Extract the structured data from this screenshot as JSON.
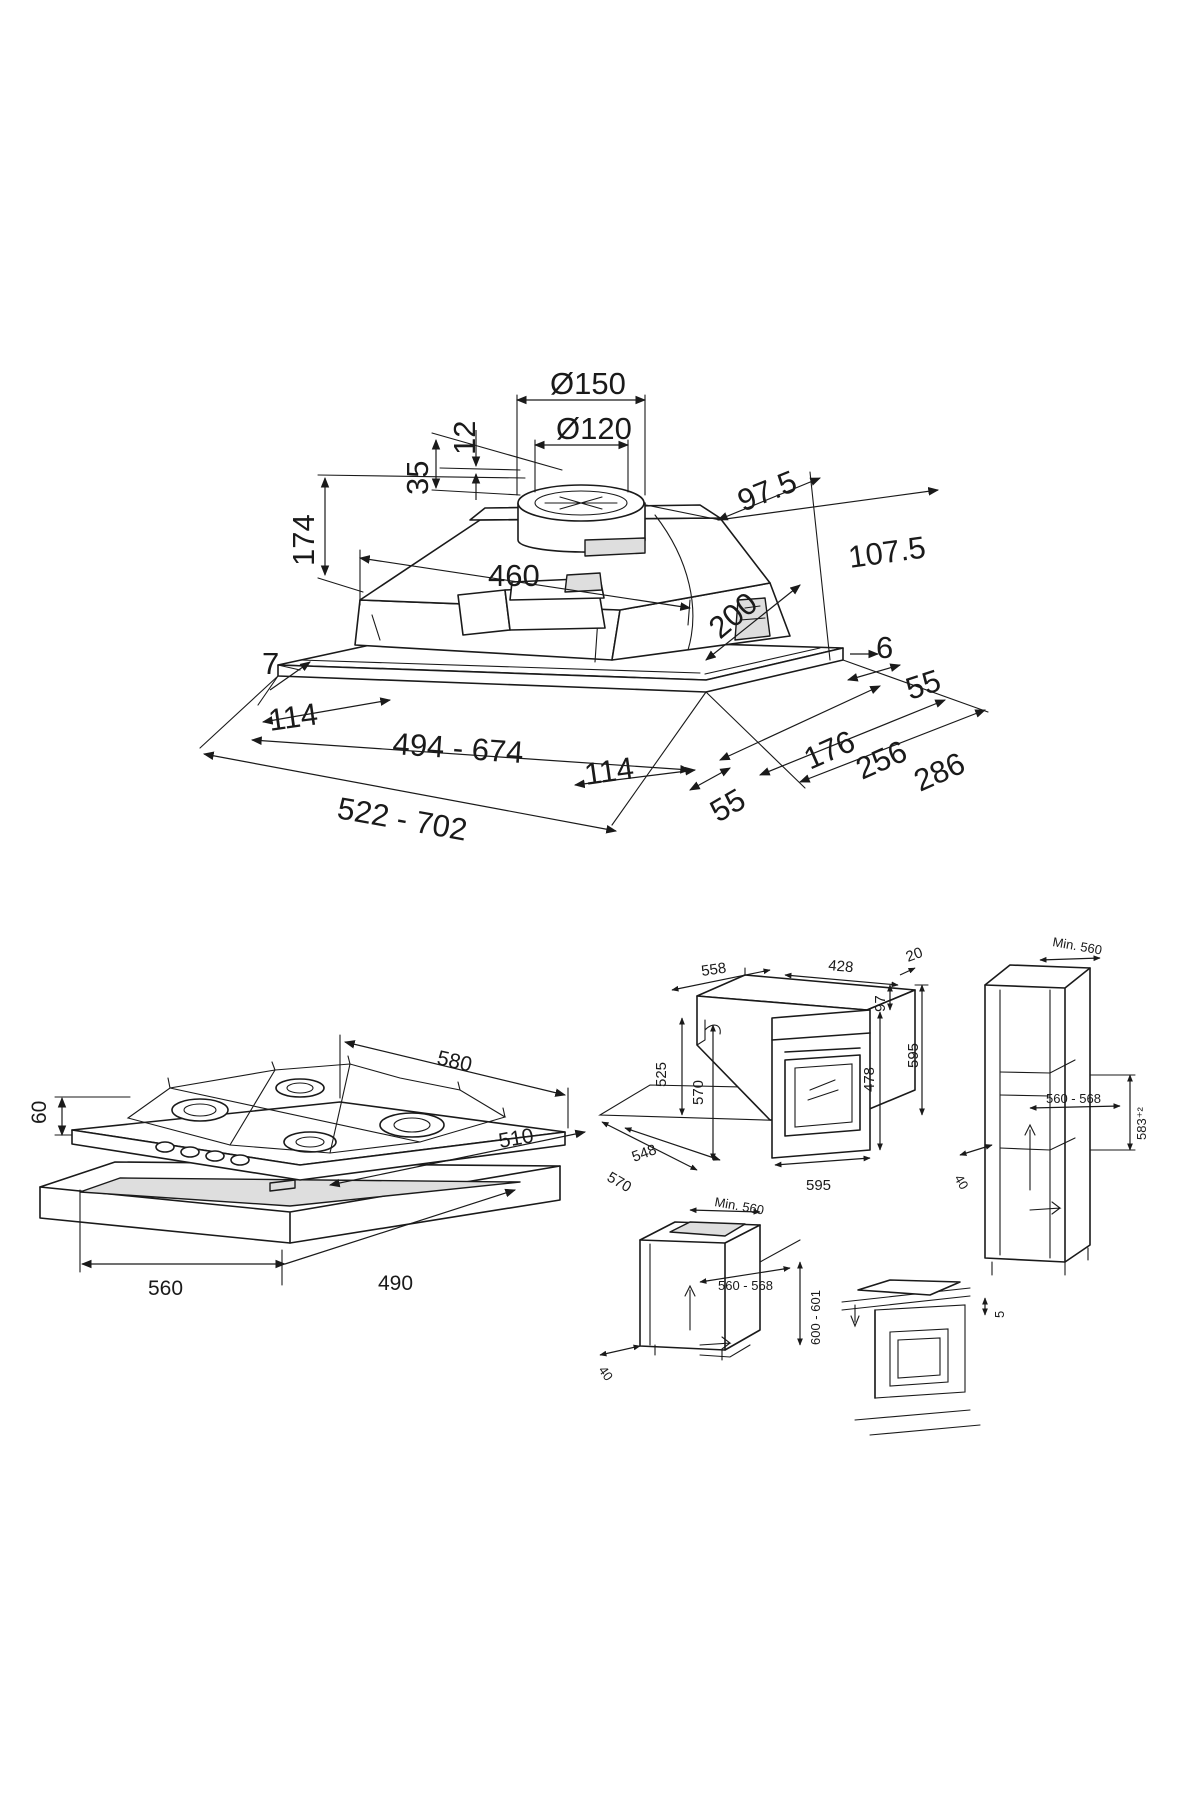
{
  "hood": {
    "dims": {
      "d_outer": "Ø150",
      "d_inner": "Ø120",
      "h12": "12",
      "h35": "35",
      "h174": "174",
      "w460": "460",
      "d97": "97.5",
      "d107": "107.5",
      "d200": "200",
      "d6": "6",
      "d55a": "55",
      "d7": "7",
      "w114a": "114",
      "w494": "494 - 674",
      "w114b": "114",
      "w522": "522 - 702",
      "d55b": "55",
      "d176": "176",
      "d256": "256",
      "d286": "286"
    }
  },
  "hob": {
    "dims": {
      "h60": "60",
      "w580": "580",
      "d510": "510",
      "c560": "560",
      "c490": "490"
    }
  },
  "oven": {
    "dims": {
      "w558": "558",
      "d428": "428",
      "t20": "20",
      "h97": "97",
      "h595v": "595",
      "h525": "525",
      "h570": "570",
      "h478": "478",
      "d548": "548",
      "d570": "570",
      "w595": "595"
    }
  },
  "tall_cabinet": {
    "dims": {
      "min560": "Min. 560",
      "w560_568": "560 - 568",
      "h583": "583⁺²",
      "d40": "40"
    }
  },
  "base_cabinet": {
    "dims": {
      "min560": "Min. 560",
      "w560_568": "560 - 568",
      "h600_601": "600 - 601",
      "d40": "40"
    }
  },
  "undercounter": {
    "dims": {
      "g5": "5"
    }
  }
}
